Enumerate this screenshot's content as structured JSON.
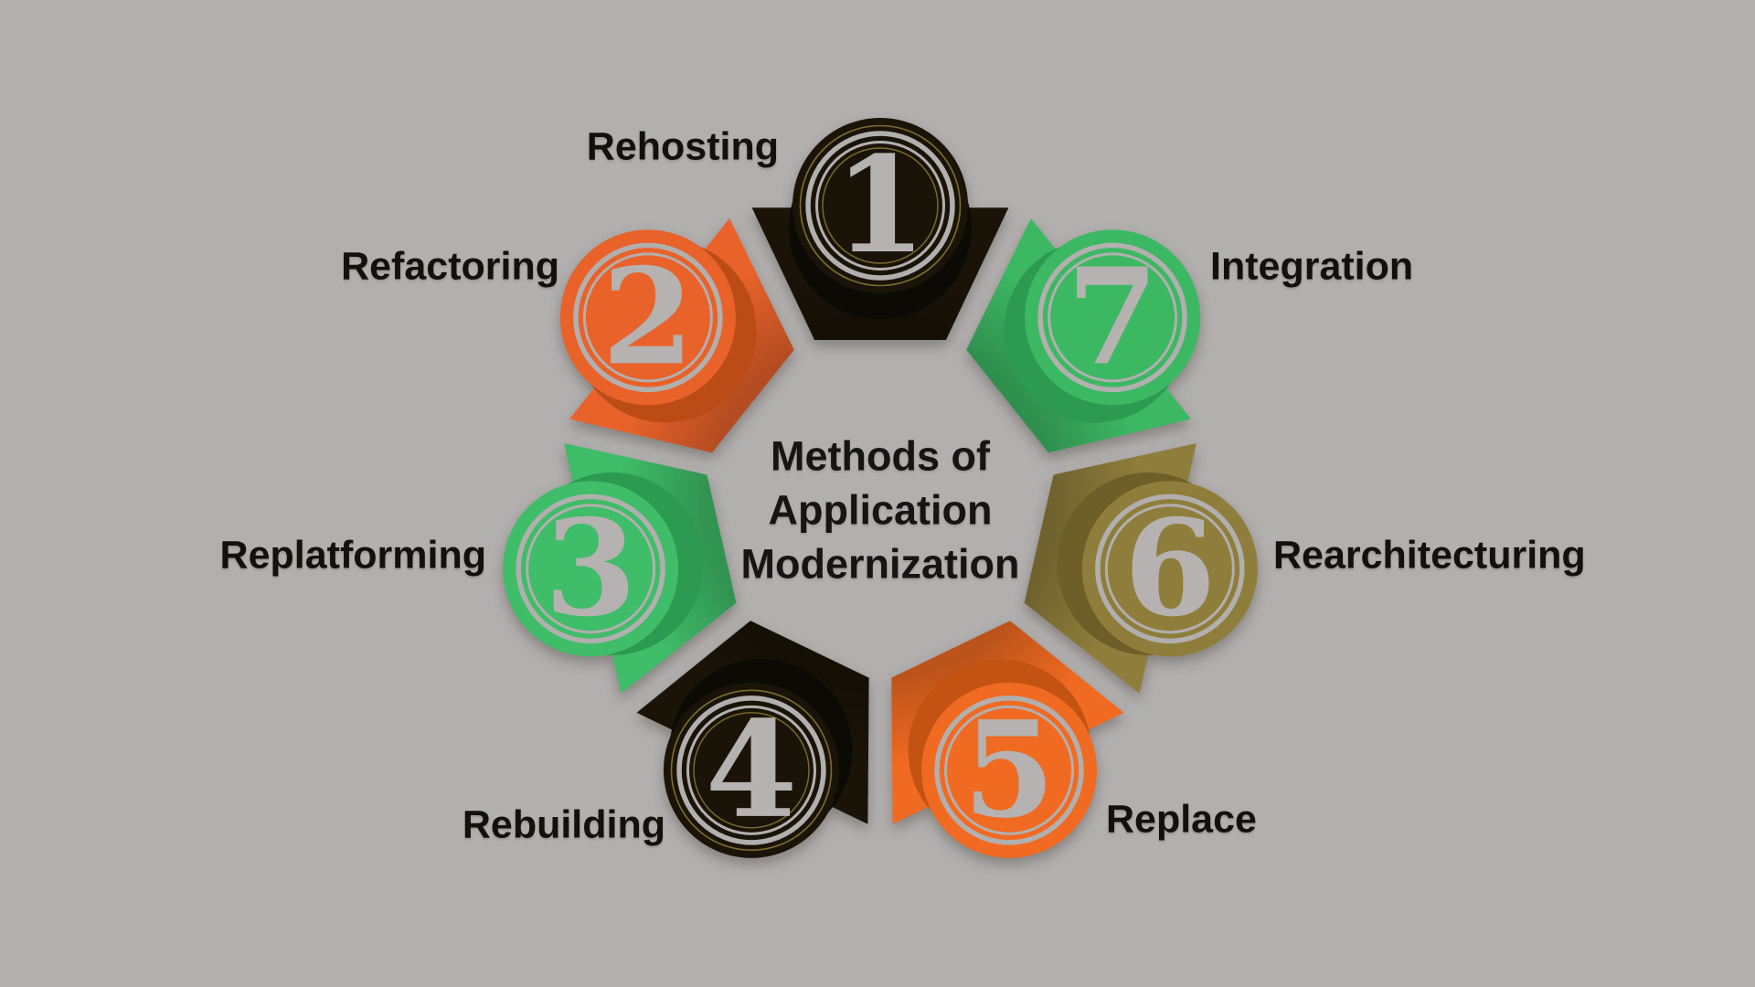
{
  "colors": {
    "background": "#b2afaf",
    "numeral": "#b5b2b1",
    "label_text": "#14110c",
    "title_text": "#171513",
    "gold_accent": "#7d6d2d"
  },
  "center_title": {
    "line1": "Methods of",
    "line2": "Application",
    "line3": "Modernization"
  },
  "items": [
    {
      "number": "1",
      "label": "Rehosting",
      "color": "#1a1408",
      "base_color": "#0c0a04"
    },
    {
      "number": "2",
      "label": "Refactoring",
      "color": "#e8622a",
      "base_color": "#bb4c16"
    },
    {
      "number": "3",
      "label": "Replatforming",
      "color": "#3fbd68",
      "base_color": "#2d9a51"
    },
    {
      "number": "4",
      "label": "Rebuilding",
      "color": "#1a1408",
      "base_color": "#0c0a04"
    },
    {
      "number": "5",
      "label": "Replace",
      "color": "#f06a22",
      "base_color": "#c25312"
    },
    {
      "number": "6",
      "label": "Rearchitecturing",
      "color": "#8f7e3b",
      "base_color": "#6e5f29"
    },
    {
      "number": "7",
      "label": "Integration",
      "color": "#3cb863",
      "base_color": "#2d9a51"
    }
  ]
}
